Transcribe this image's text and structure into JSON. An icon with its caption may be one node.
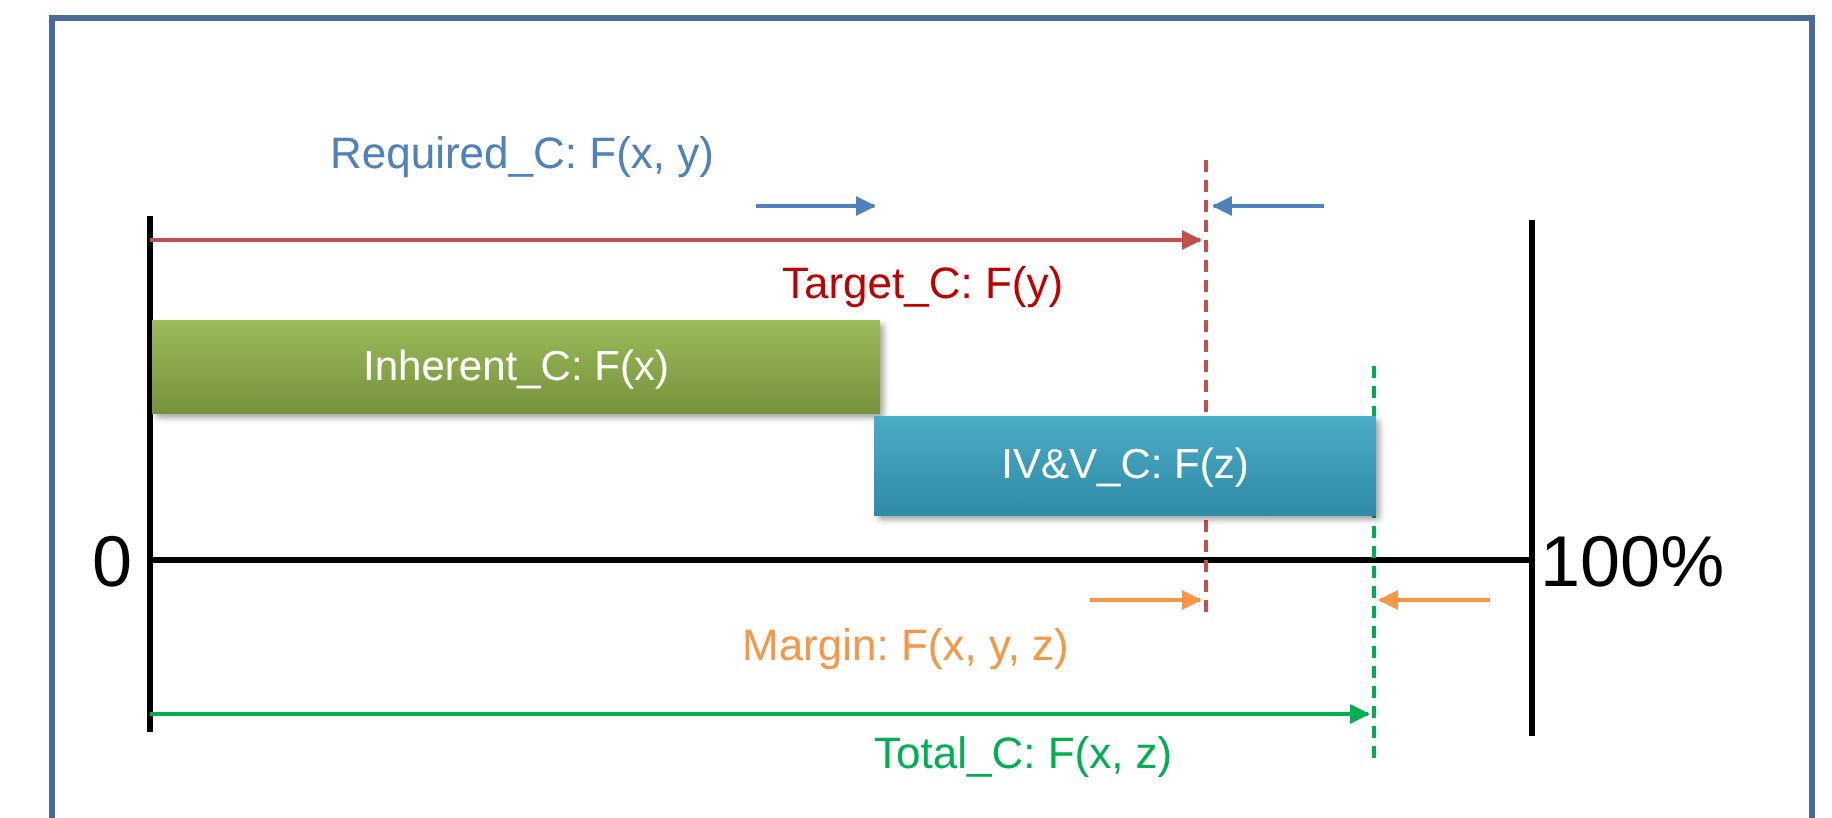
{
  "diagram": {
    "nodes": [
      {
        "text": [
          "Inherent_C: F(x)"
        ]
      },
      {
        "text": [
          "IV&V_C: F(z)"
        ]
      }
    ],
    "labels": [
      "Required_C: F(x, y)",
      "Target_C: F(y)",
      "0",
      "100%",
      "Margin: F(x, y, z)",
      "Total_C: F(x, z)"
    ]
  }
}
